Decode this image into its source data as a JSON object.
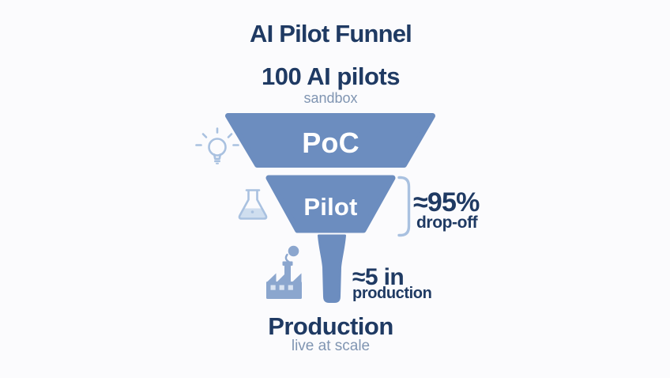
{
  "title": "AI Pilot Funnel",
  "funnel": {
    "entry": {
      "label": "100 AI pilots",
      "sublabel": "sandbox"
    },
    "stages": [
      {
        "label": "PoC",
        "icon": "lightbulb-icon"
      },
      {
        "label": "Pilot",
        "icon": "flask-icon"
      },
      {
        "label": "Production",
        "sublabel": "live at scale",
        "icon": "factory-icon"
      }
    ]
  },
  "annotations": {
    "dropoff": {
      "value": "≈95%",
      "label": "drop-off"
    },
    "production": {
      "value": "≈5 in",
      "label": "production"
    }
  },
  "colors": {
    "background": "#fbfbfd",
    "funnel_fill": "#6c8dbf",
    "funnel_label": "#ffffff",
    "heading_text": "#1f3a63",
    "muted_text": "#8095b2",
    "icon_outline": "#a9c1e0",
    "icon_solid": "#8ba6ce",
    "flask_liquid": "#cfdeef",
    "factory_window": "#d9e3f1"
  }
}
